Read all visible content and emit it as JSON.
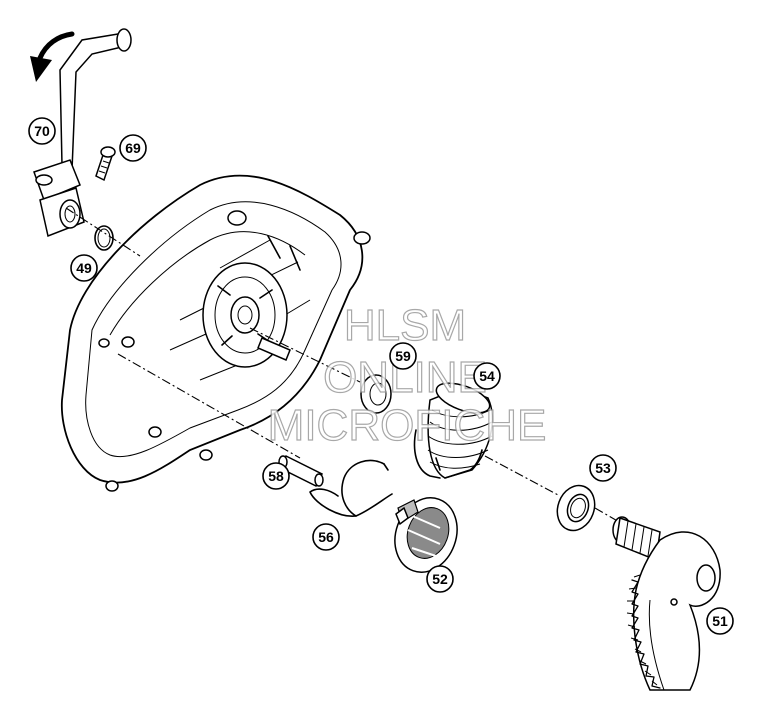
{
  "watermark": {
    "line1": "HLSM",
    "line2": "ONLINE",
    "line3": "MICROFICHE"
  },
  "callouts": [
    {
      "id": "49",
      "label": "49"
    },
    {
      "id": "51",
      "label": "51"
    },
    {
      "id": "52",
      "label": "52"
    },
    {
      "id": "53",
      "label": "53"
    },
    {
      "id": "54",
      "label": "54"
    },
    {
      "id": "56",
      "label": "56"
    },
    {
      "id": "58",
      "label": "58"
    },
    {
      "id": "59",
      "label": "59"
    },
    {
      "id": "69",
      "label": "69"
    },
    {
      "id": "70",
      "label": "70"
    }
  ]
}
